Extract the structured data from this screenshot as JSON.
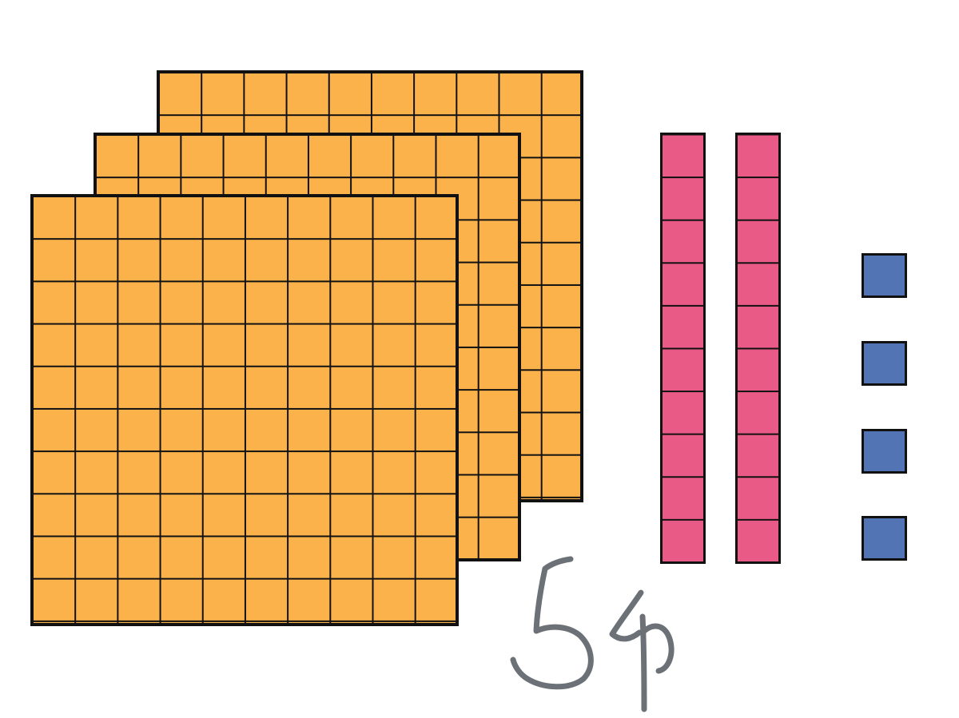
{
  "blocks": {
    "hundreds": {
      "count": 3,
      "color": "#FBB24B",
      "grid_line_color": "#111111"
    },
    "tens": {
      "count": 2,
      "color": "#EA5A86"
    },
    "ones": {
      "count": 4,
      "color": "#5273B4"
    }
  },
  "handwritten_number": {
    "text": "54",
    "ink_color": "#6B7176"
  }
}
